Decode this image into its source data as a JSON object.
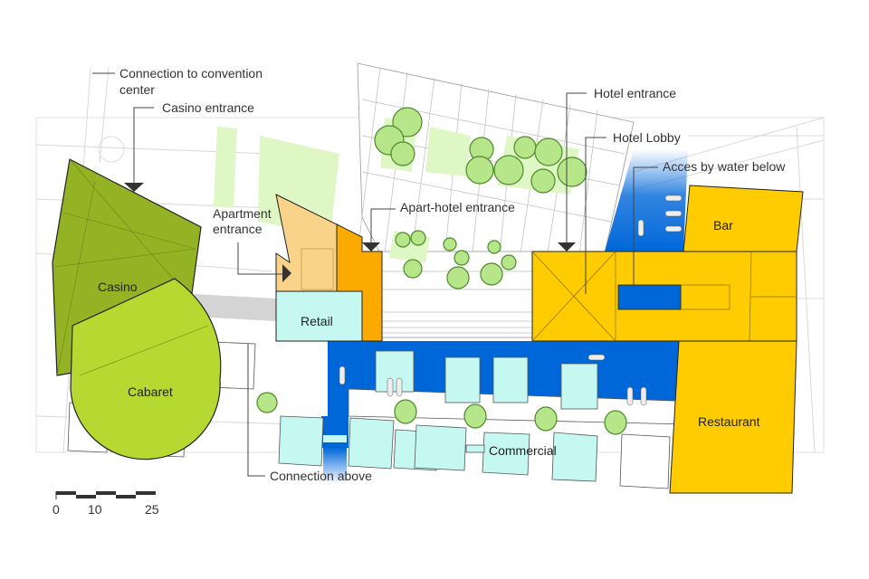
{
  "title": "Site plan – casino, hotel and commercial complex",
  "labels": {
    "connection_convention": [
      "Connection to convention",
      "center"
    ],
    "casino_entrance": "Casino entrance",
    "apartment_entrance": [
      "Apartment",
      "entrance"
    ],
    "apart_hotel_entrance": "Apart-hotel entrance",
    "hotel_entrance": "Hotel entrance",
    "hotel_lobby": "Hotel Lobby",
    "water_access": "Acces by water below",
    "connection_above": "Connection above"
  },
  "rooms": {
    "casino": "Casino",
    "cabaret": "Cabaret",
    "retail": "Retail",
    "bar": "Bar",
    "restaurant": "Restaurant",
    "commercial": "Commercial"
  },
  "scale": {
    "ticks": [
      "0",
      "10",
      "25"
    ]
  },
  "colors": {
    "casino": "#94b324",
    "cabaret": "#b5d930",
    "apartment": "#f9d38a",
    "apart_hotel": "#fdaa00",
    "hotel": "#fecc00",
    "water": "#0067d9",
    "commercial": "#c5f8f0",
    "landscape": "#dff7c4",
    "tree": "#b7e58a"
  }
}
